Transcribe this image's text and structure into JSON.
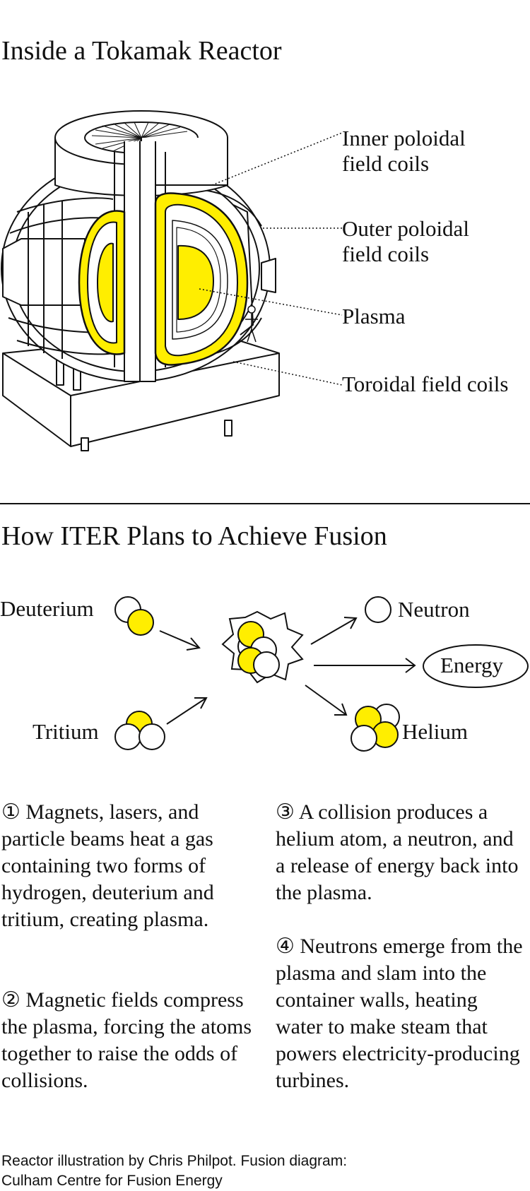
{
  "reactor": {
    "title": "Inside a Tokamak Reactor",
    "labels": {
      "inner_poloidal_1": "Inner poloidal",
      "inner_poloidal_2": "field coils",
      "outer_poloidal_1": "Outer poloidal",
      "outer_poloidal_2": "field coils",
      "plasma": "Plasma",
      "toroidal": "Toroidal field coils"
    }
  },
  "fusion": {
    "title": "How ITER Plans to Achieve Fusion",
    "labels": {
      "deuterium": "Deuterium",
      "tritium": "Tritium",
      "neutron": "Neutron",
      "energy": "Energy",
      "helium": "Helium"
    }
  },
  "steps": {
    "step1": "① Magnets, lasers, and particle beams heat a gas containing two forms of hydrogen, deuterium and tritium, creating plasma.",
    "step2": "② Magnetic fields compress the plasma, forcing the atoms together to raise the odds of collisions.",
    "step3": "③ A collision produces a helium atom, a neutron, and a release of energy back into the plasma.",
    "step4": "④ Neutrons emerge from the plasma and slam into the container walls, heating water to make steam that powers electricity-producing turbines."
  },
  "credit": "Reactor illustration by Chris Philpot. Fusion diagram: Culham Centre for Fusion Energy",
  "colors": {
    "accent_yellow": "#ffee00",
    "ink": "#111111",
    "background": "#ffffff"
  }
}
